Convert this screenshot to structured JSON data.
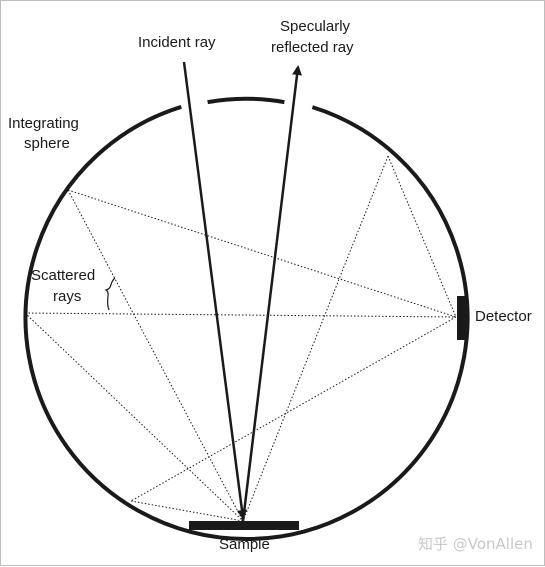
{
  "labels": {
    "incident_ray": "Incident ray",
    "specular_line1": "Specularly",
    "specular_line2": "reflected  ray",
    "sphere_line1": "Integrating",
    "sphere_line2": "sphere",
    "scattered_line1": "Scattered",
    "scattered_line2": "rays",
    "detector": "Detector",
    "sample": "Sample"
  },
  "watermark": "知乎 @VonAllen",
  "colors": {
    "ink": "#1a1a1a",
    "watermark": "#c8c8c8",
    "border": "#bdbdbd"
  }
}
